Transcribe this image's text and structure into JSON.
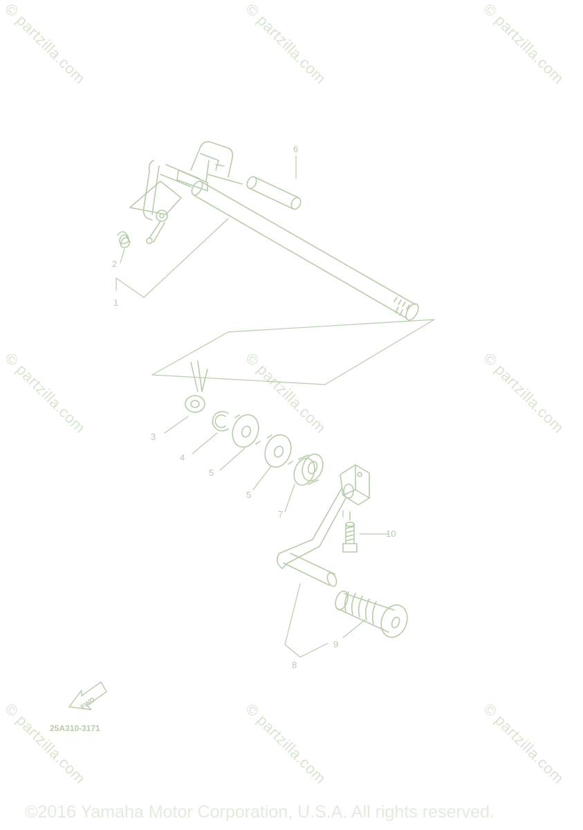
{
  "watermark": {
    "text": "© partzilla.com"
  },
  "callouts": [
    {
      "id": "1",
      "text": "1"
    },
    {
      "id": "2",
      "text": "2"
    },
    {
      "id": "3",
      "text": "3"
    },
    {
      "id": "4",
      "text": "4"
    },
    {
      "id": "5a",
      "text": "5"
    },
    {
      "id": "5b",
      "text": "5"
    },
    {
      "id": "6",
      "text": "6"
    },
    {
      "id": "7",
      "text": "7"
    },
    {
      "id": "8",
      "text": "8"
    },
    {
      "id": "9",
      "text": "9"
    },
    {
      "id": "10",
      "text": "10"
    }
  ],
  "fwd_label": "FWD",
  "diagram_code": "25A310-3171",
  "copyright": "©2016 Yamaha Motor Corporation, U.S.A. All rights reserved.",
  "colors": {
    "line": "#b6ccaa",
    "watermark": "#d7e6d0",
    "copyright": "#e2ecdc"
  }
}
